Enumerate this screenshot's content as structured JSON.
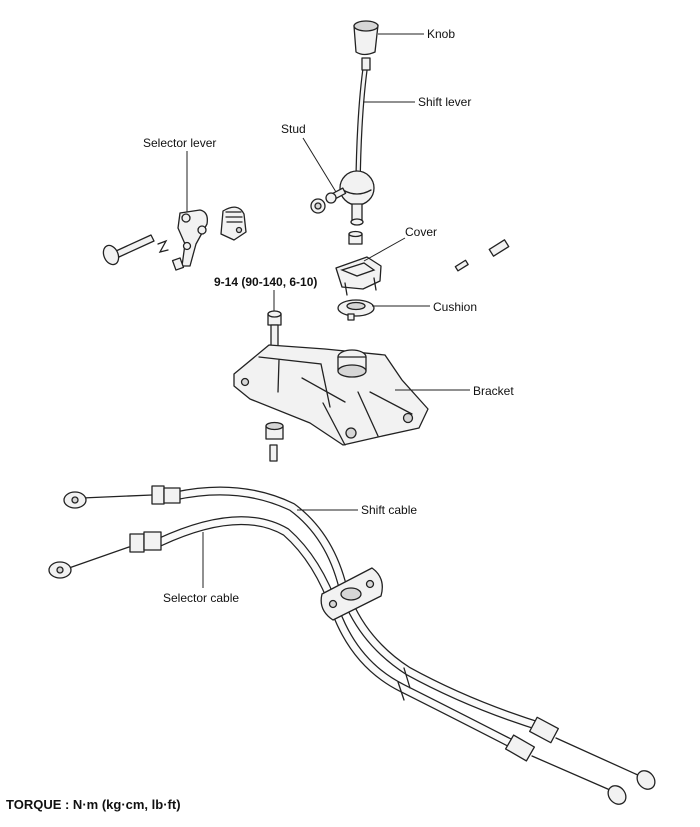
{
  "labels": {
    "knob": "Knob",
    "shift_lever": "Shift lever",
    "stud": "Stud",
    "selector_lever": "Selector lever",
    "cover": "Cover",
    "torque_spec": "9-14 (90-140, 6-10)",
    "cushion": "Cushion",
    "bracket": "Bracket",
    "shift_cable": "Shift cable",
    "selector_cable": "Selector cable"
  },
  "footer": {
    "torque_note": "TORQUE : N·m (kg·cm, lb·ft)"
  }
}
